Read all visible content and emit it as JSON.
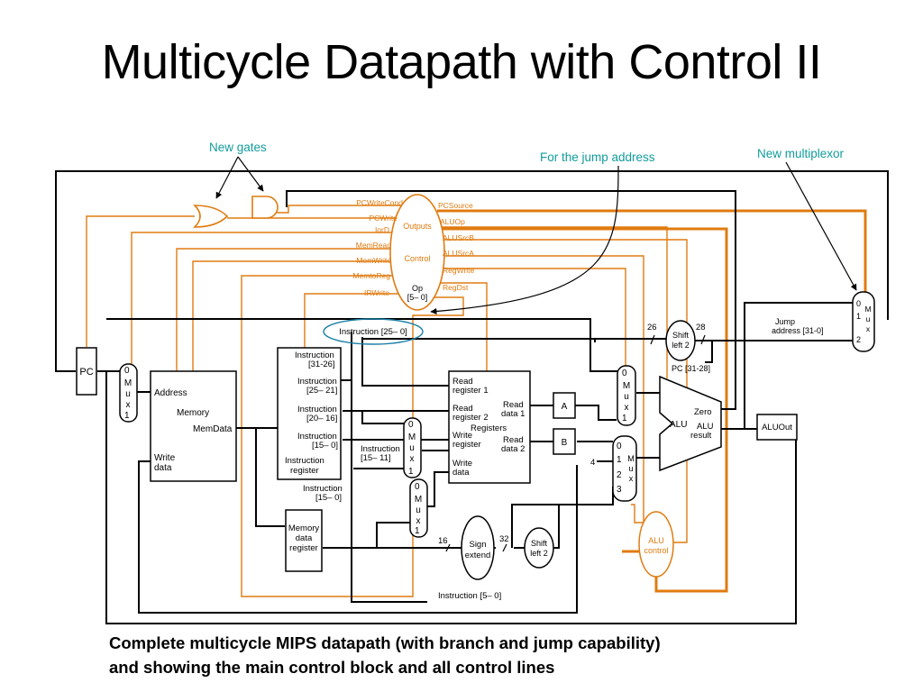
{
  "title": "Multicycle Datapath with Control II",
  "caption": {
    "line1": "Complete multicycle MIPS datapath (with branch and jump capability)",
    "line2": "and showing the main control block and all control lines"
  },
  "annotations": {
    "new_gates": "New gates",
    "jump_address": "For the jump address",
    "new_mux": "New multiplexor"
  },
  "colors": {
    "datapath": "#000000",
    "control": "#E07B10",
    "annotation": "#129C9C",
    "highlight_ellipse": "#1B7FA6"
  },
  "control_unit": {
    "outputs": "Outputs",
    "control": "Control",
    "op": "Op",
    "op_bits": "[5– 0]",
    "left_signals": [
      "PCWriteCond",
      "PCWrite",
      "IorD",
      "MemRead",
      "MemWrite",
      "MemtoReg",
      "IRWrite"
    ],
    "right_signals": [
      "PCSource",
      "ALUOp",
      "ALUSrcB",
      "ALUSrcA",
      "RegWrite",
      "RegDst"
    ]
  },
  "pc": "PC",
  "mux_letters": [
    "M",
    "u",
    "x"
  ],
  "mux_inputs": {
    "zero": "0",
    "one": "1",
    "two": "2",
    "three": "3"
  },
  "memory": {
    "address": "Address",
    "title": "Memory",
    "memdata": "MemData",
    "write": "Write",
    "data": "data"
  },
  "instruction_register": {
    "f31_26_a": "Instruction",
    "f31_26_b": "[31-26]",
    "f25_21_a": "Instruction",
    "f25_21_b": "[25– 21]",
    "f20_16_a": "Instruction",
    "f20_16_b": "[20– 16]",
    "f15_0_a": "Instruction",
    "f15_0_b": "[15– 0]",
    "reg_a": "Instruction",
    "reg_b": "register"
  },
  "wire_labels": {
    "instr_25_0": "Instruction [25– 0]",
    "instr_15_0_a": "Instruction",
    "instr_15_0_b": "[15– 0]",
    "instr_15_11_a": "Instruction",
    "instr_15_11_b": "[15– 11]",
    "instr_5_0": "Instruction [5– 0]",
    "pc_31_28": "PC [31-28]",
    "jump_addr_a": "Jump",
    "jump_addr_b": "address [31-0]",
    "w26": "26",
    "w28": "28",
    "w16": "16",
    "w32": "32",
    "w4": "4"
  },
  "mdr": {
    "l1": "Memory",
    "l2": "data",
    "l3": "register"
  },
  "registers": {
    "read_reg1_a": "Read",
    "read_reg1_b": "register 1",
    "read_reg2_a": "Read",
    "read_reg2_b": "register 2",
    "write_reg_a": "Write",
    "write_reg_b": "register",
    "write_data_a": "Write",
    "write_data_b": "data",
    "read_data1_a": "Read",
    "read_data1_b": "data 1",
    "read_data2_a": "Read",
    "read_data2_b": "data 2",
    "title": "Registers"
  },
  "reg_a": "A",
  "reg_b": "B",
  "sign_extend": {
    "l1": "Sign",
    "l2": "extend"
  },
  "shift_left": {
    "l1": "Shift",
    "l2": "left 2"
  },
  "alu": {
    "label": "ALU",
    "zero": "Zero",
    "result_a": "ALU",
    "result_b": "result"
  },
  "alu_control": {
    "l1": "ALU",
    "l2": "control"
  },
  "aluout": "ALUOut"
}
